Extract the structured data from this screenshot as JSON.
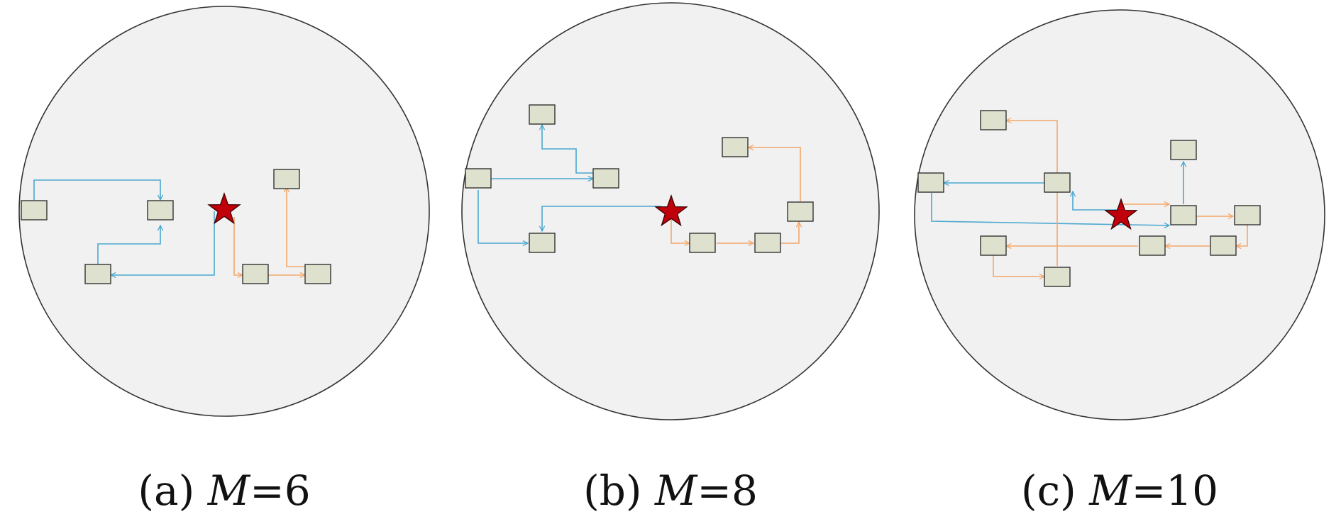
{
  "figure": {
    "colors": {
      "region_fill": "#f1f1f1",
      "region_stroke": "#333333",
      "node_fill": "#dde1cd",
      "node_stroke": "#333333",
      "star_fill": "#c0000b",
      "star_stroke": "#3a0000",
      "path_blue": "#4aa8cf",
      "path_orange": "#f3a76a"
    },
    "panels": [
      {
        "id": "a",
        "label": "(a)",
        "variable": "M",
        "operator": "=",
        "value": "6"
      },
      {
        "id": "b",
        "label": "(b)",
        "variable": "M",
        "operator": "=",
        "value": "8"
      },
      {
        "id": "c",
        "label": "(c)",
        "variable": "M",
        "operator": "=",
        "value": "10"
      }
    ]
  }
}
